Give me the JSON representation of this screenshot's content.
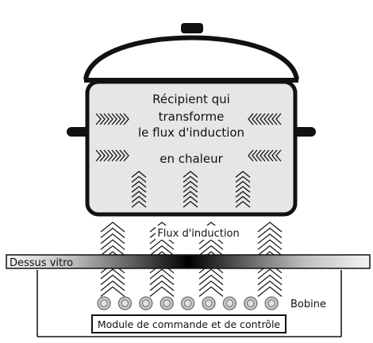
{
  "pot_text": {
    "line1": "Récipient qui",
    "line2": "transforme",
    "line3": "le flux d'induction",
    "line4": "en chaleur"
  },
  "labels": {
    "flux": "Flux d'induction",
    "vitro": "Dessus vitro",
    "bobine": "Bobine",
    "module": "Module de commande et de contrôle"
  },
  "coil_count": 9,
  "colors": {
    "pot_fill": "#e6e6e6",
    "line": "#111111",
    "vitro_dark": "#000000",
    "vitro_light": "#ffffff",
    "coil_fill": "#c8c8c8"
  }
}
